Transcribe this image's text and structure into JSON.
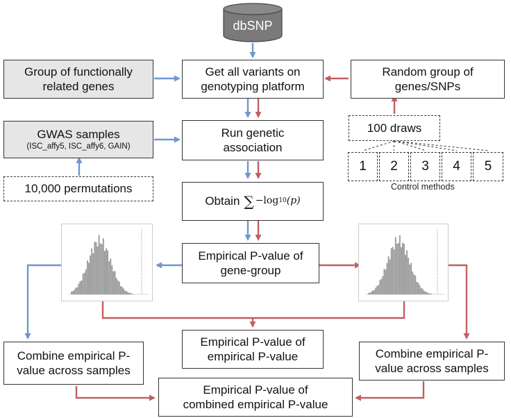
{
  "db": {
    "label": "dbSNP"
  },
  "boxes": {
    "group_genes": "Group of functionally\nrelated genes",
    "get_variants": "Get all variants on\ngenotyping platform",
    "random_group": "Random group of\ngenes/SNPs",
    "gwas_title": "GWAS samples",
    "gwas_sub": "(ISC_affy5, ISC_affy6, GAIN)",
    "run_assoc": "Run genetic\nassociation",
    "draws": "100 draws",
    "permutations": "10,000 permutations",
    "obtain_prefix": "Obtain",
    "obtain_math": "−log",
    "obtain_sub": "10",
    "obtain_arg": "(p)",
    "emp_gene_group": "Empirical P-value of\ngene-group",
    "emp_of_emp": "Empirical P-value of\nempirical P-value",
    "combine_left": "Combine empirical P-\nvalue across samples",
    "combine_right": "Combine empirical P-\nvalue across samples",
    "emp_combined": "Empirical P-value of\ncombined empirical P-value"
  },
  "control_methods": [
    "1",
    "2",
    "3",
    "4",
    "5"
  ],
  "control_label": "Control methods",
  "colors": {
    "blue": "#6f96cf",
    "red": "#c06060",
    "db_gray": "#7a7a7a",
    "box_gray": "#e6e6e6"
  }
}
